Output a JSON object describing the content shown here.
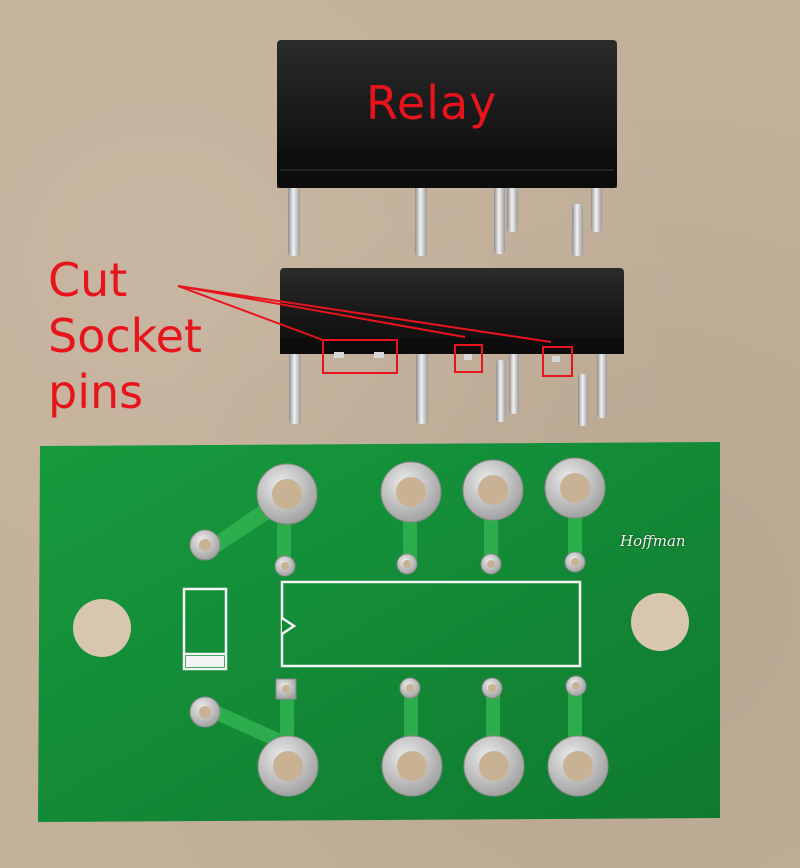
{
  "labels": {
    "relay": "Relay",
    "cut_socket_pins": [
      "Cut",
      "Socket",
      "pins"
    ]
  },
  "watermark": "Hoffman",
  "colors": {
    "background": "#c3b09a",
    "relay_body": "#1b1b1b",
    "pcb": "#138a36",
    "silkscreen": "#f4f4f4",
    "pad": "#c9c9c9",
    "annotation": "#e8141c"
  }
}
